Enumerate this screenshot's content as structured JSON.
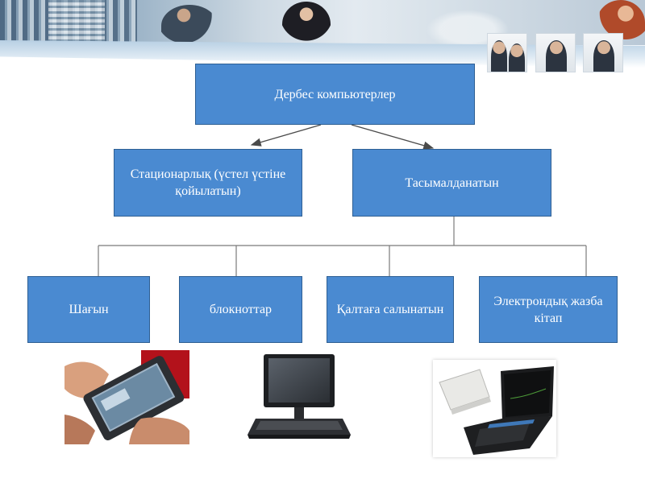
{
  "diagram": {
    "root": "Дербес компьютерлер",
    "level2": [
      "Стационарлық (үстел үстіне қойылатын)",
      "Тасымалданатын"
    ],
    "level3": [
      "Шағын",
      "блокноттар",
      "Қалтаға салынатын",
      "Электрондық жазба кітап"
    ]
  },
  "colors": {
    "node_fill": "#4a8ad1",
    "node_border": "#2e5f93",
    "node_text": "#ffffff",
    "connector": "#4a4a4a"
  },
  "images": {
    "header_banner": "office-people-banner",
    "thumbnails": [
      "business-meeting-photo",
      "businesswoman-photo",
      "businessman-on-phone-photo"
    ],
    "devices": [
      "handheld-pc-photo",
      "tablet-notebook-photo",
      "laptop-ebook-photo"
    ]
  }
}
